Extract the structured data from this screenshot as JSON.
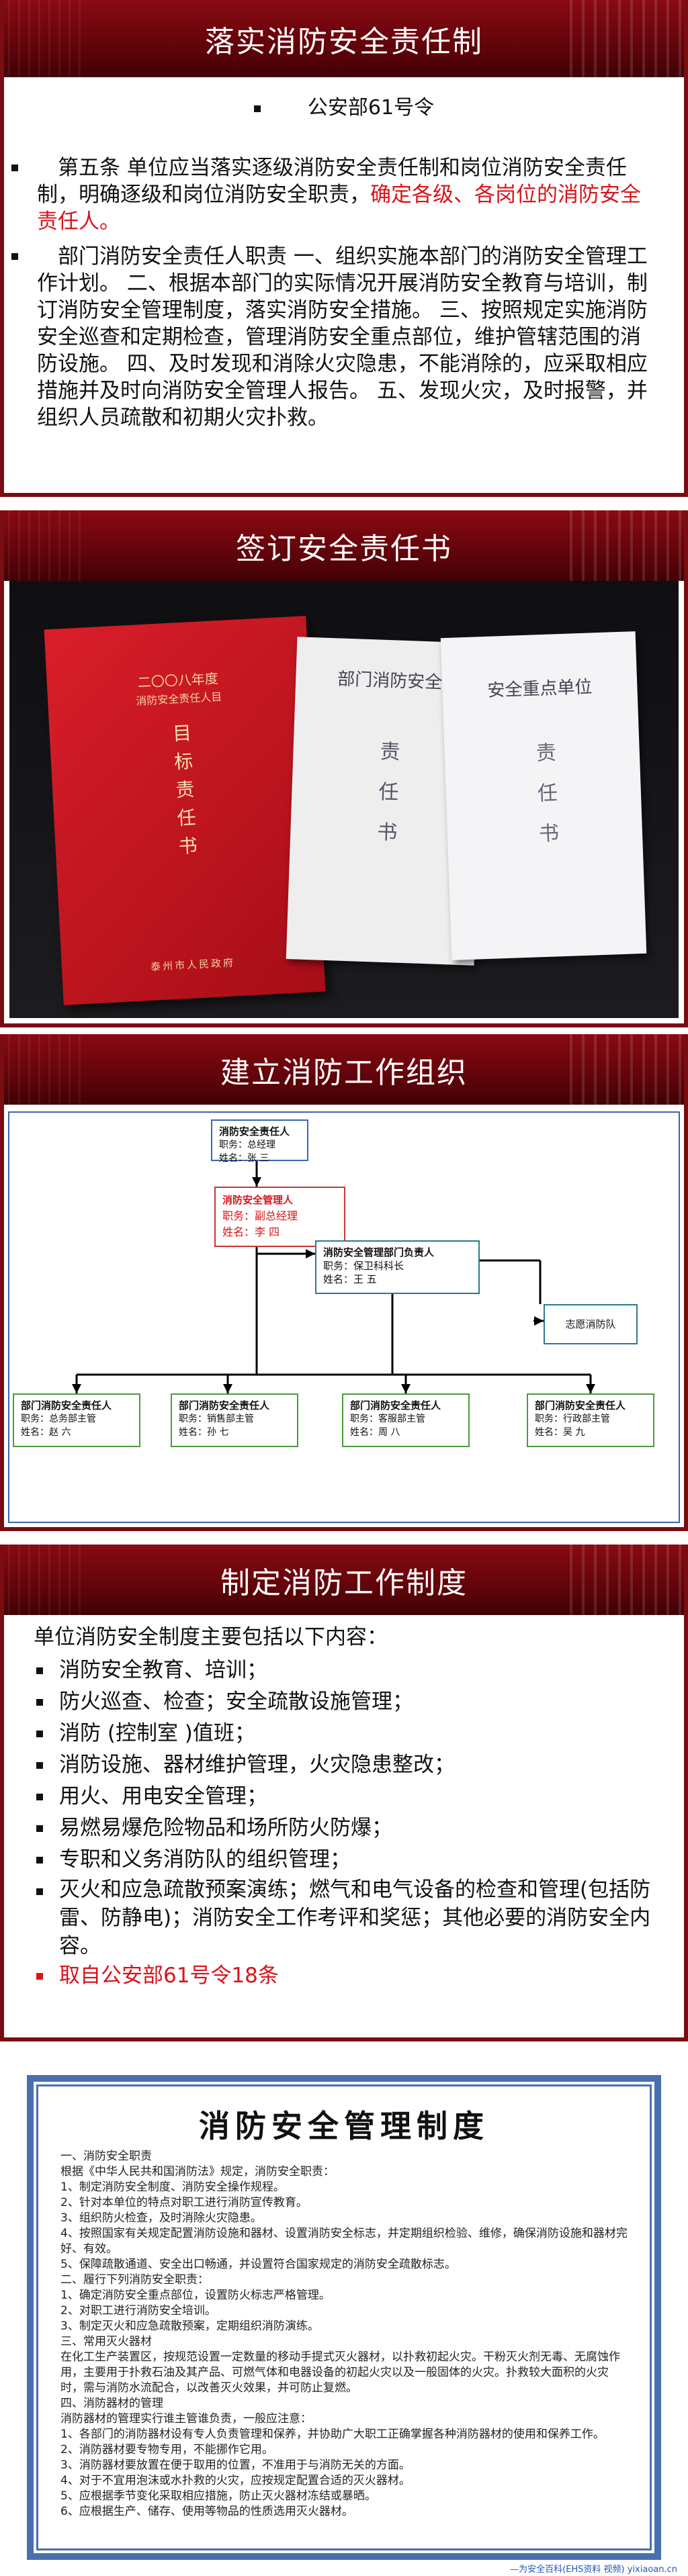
{
  "slide1": {
    "title": "落实消防安全责任制",
    "subtitle": "公安部61号令",
    "para1_black": "第五条 单位应当落实逐级消防安全责任制和岗位消防安全责任制，明确逐级和岗位消防安全职责，",
    "para1_red": "确定各级、各岗位的消防安全责任人。",
    "para2": "部门消防安全责任人职责 一、组织实施本部门的消防安全管理工作计划。 二、根据本部门的实际情况开展消防安全教育与培训，制订消防安全管理制度，落实消防安全措施。 三、按照规定实施消防安全巡查和定期检查，管理消防安全重点部位，维护管辖范围的消防设施。 四、及时发现和消除火灾隐患，不能消除的，应采取相应措施并及时向消防安全管理人报告。 五、发现火灾，及时报警，并组织人员疏散和初期火灾扑救。"
  },
  "slide2": {
    "title": "签订安全责任书",
    "red_book": {
      "top": "二〇〇八年度",
      "line2": "消防安全责任人目",
      "main": "目标责任书",
      "bottom": "泰州市人民政府"
    },
    "white_book1": {
      "top": "部门消防安全",
      "main": "责任书"
    },
    "white_book2": {
      "top": "安全重点单位",
      "main": "责任书"
    }
  },
  "slide3": {
    "title": "建立消防工作组织",
    "nodes": {
      "n1": {
        "title": "消防安全责任人",
        "duty": "职务：总经理",
        "name": "姓名：张 三"
      },
      "n2": {
        "title": "消防安全管理人",
        "duty": "职务：副总经理",
        "name": "姓名：李 四"
      },
      "n3": {
        "title": "消防安全管理部门负责人",
        "duty": "职务：保卫科科长",
        "name": "姓名：王 五"
      },
      "n4": {
        "title": "志愿消防队"
      },
      "d1": {
        "title": "部门消防安全责任人",
        "duty": "职务：总务部主管",
        "name": "姓名：赵 六"
      },
      "d2": {
        "title": "部门消防安全责任人",
        "duty": "职务：销售部主管",
        "name": "姓名：孙 七"
      },
      "d3": {
        "title": "部门消防安全责任人",
        "duty": "职务：客服部主管",
        "name": "姓名：周 八"
      },
      "d4": {
        "title": "部门消防安全责任人",
        "duty": "职务：行政部主管",
        "name": "姓名：吴 九"
      }
    }
  },
  "slide4": {
    "title": "制定消防工作制度",
    "intro": "单位消防安全制度主要包括以下内容：",
    "items": [
      "消防安全教育、培训；",
      "防火巡查、检查；安全疏散设施管理；",
      "消防 (控制室 )值班；",
      "消防设施、器材维护管理，火灾隐患整改；",
      "用火、用电安全管理；",
      "易燃易爆危险物品和场所防火防爆；",
      "专职和义务消防队的组织管理；",
      "灭火和应急疏散预案演练；燃气和电气设备的检查和管理(包括防雷、防静电)；消防安全工作考评和奖惩；其他必要的消防安全内容。"
    ],
    "source": "取自公安部61号令18条"
  },
  "slide5": {
    "doc_title": "消防安全管理制度",
    "lines": [
      "一、消防安全职责",
      "根据《中华人民共和国消防法》规定，消防安全职责：",
      "1、制定消防安全制度、消防安全操作规程。",
      "2、针对本单位的特点对职工进行消防宣传教育。",
      "3、组织防火检查，及时消除火灾隐患。",
      "4、按照国家有关规定配置消防设施和器材、设置消防安全标志，并定期组织检验、维修，确保消防设施和器材完好、有效。",
      "5、保障疏散通道、安全出口畅通，并设置符合国家规定的消防安全疏散标志。",
      "二、履行下列消防安全职责：",
      "1、确定消防安全重点部位，设置防火标志严格管理。",
      "2、对职工进行消防安全培训。",
      "3、制定灭火和应急疏散预案，定期组织消防演练。",
      "三、常用灭火器材",
      "在化工生产装置区，按规范设置一定数量的移动手提式灭火器材，以扑救初起火灾。干粉灭火剂无毒、无腐蚀作用，主要用于扑救石油及其产品、可燃气体和电器设备的初起火灾以及一般固体的火灾。扑救较大面积的火灾时，需与消防水流配合，以改善灭火效果，并可防止复燃。",
      "四、消防器材的管理",
      "消防器材的管理实行谁主管谁负责，一般应注意：",
      "1、各部门的消防器材设有专人负责管理和保养，并协助广大职工正确掌握各种消防器材的使用和保养工作。",
      "2、消防器材要专物专用，不能挪作它用。",
      "3、消防器材要放置在便于取用的位置，不准用于与消防无关的方面。",
      "4、对于不宜用泡沫或水扑救的火灾，应按规定配置合适的灭火器材。",
      "5、应根据季节变化采取相应措施，防止灭火器材冻结或暴晒。",
      "6、应根据生产、储存、使用等物品的性质选用灭火器材。"
    ],
    "footer": "—为安全百科(EHS资料 视频) yixiaoan.cn"
  }
}
